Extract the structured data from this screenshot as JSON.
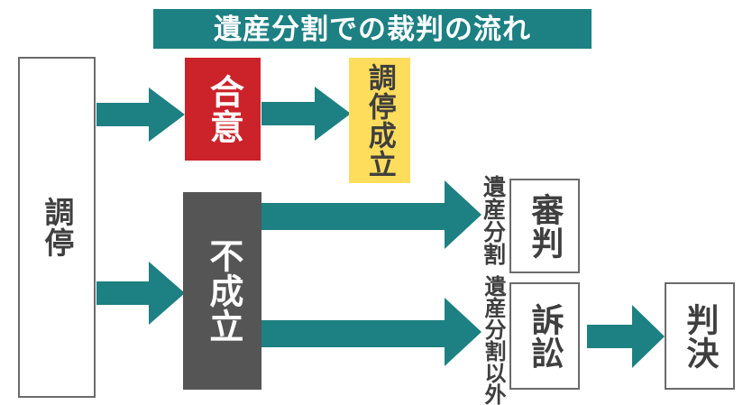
{
  "title": {
    "text": "遺産分割での裁判の流れ",
    "bar_color": "#1d8083",
    "text_color": "#ffffff"
  },
  "colors": {
    "teal": "#1d8083",
    "red": "#cc2229",
    "yellow": "#ffdd5c",
    "gray": "#555555",
    "outline": "#6b6b6b",
    "text_dark": "#3f3f3f",
    "background": "#ffffff"
  },
  "nodes": {
    "mediation": {
      "label": "調停",
      "style": "outline"
    },
    "agreement": {
      "label": "合意",
      "style": "red"
    },
    "mediation_established": {
      "label": "調停成立",
      "style": "yellow"
    },
    "not_established": {
      "label": "不成立",
      "style": "gray"
    },
    "adjudication": {
      "label": "審判",
      "style": "outline"
    },
    "lawsuit": {
      "label": "訴訟",
      "style": "outline"
    },
    "judgment": {
      "label": "判決",
      "style": "outline"
    }
  },
  "labels": {
    "estate_division": "遺産分割",
    "other_than_estate_division": "遺産分割以外"
  },
  "arrows": [
    {
      "name": "mediation-to-agreement",
      "from": "調停",
      "to": "合意"
    },
    {
      "name": "agreement-to-mediation-established",
      "from": "合意",
      "to": "調停成立"
    },
    {
      "name": "mediation-to-not-established",
      "from": "調停",
      "to": "不成立"
    },
    {
      "name": "not-established-to-adjudication",
      "from": "不成立",
      "to": "審判"
    },
    {
      "name": "not-established-to-lawsuit",
      "from": "不成立",
      "to": "訴訟"
    },
    {
      "name": "lawsuit-to-judgment",
      "from": "訴訟",
      "to": "判決"
    }
  ]
}
